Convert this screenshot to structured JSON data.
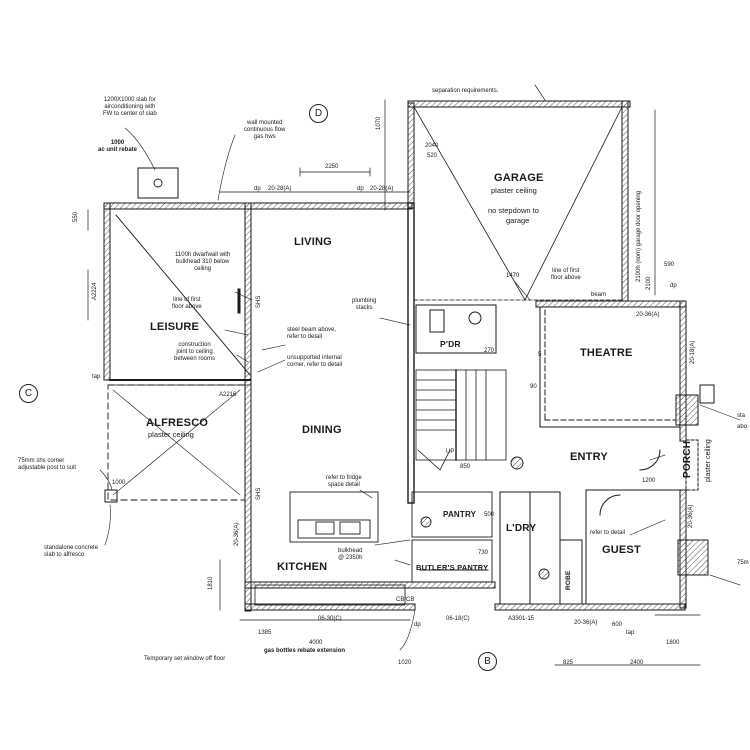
{
  "rooms": {
    "living": "LIVING",
    "dining": "DINING",
    "kitchen": "KITCHEN",
    "leisure": "LEISURE",
    "alfresco": "ALFRESCO",
    "alfresco_sub": "plaster ceiling",
    "garage": "GARAGE",
    "garage_sub1": "plaster ceiling",
    "garage_sub2": "no stepdown to",
    "garage_sub3": "garage",
    "theatre": "THEATRE",
    "entry": "ENTRY",
    "porch": "PORCH",
    "porch_sub": "plaster ceiling",
    "guest": "GUEST",
    "ldry": "L'DRY",
    "pantry": "PANTRY",
    "butlers_pantry": "BUTLER'S PANTRY",
    "pdr": "P'DR",
    "robe": "ROBE"
  },
  "grid_markers": {
    "d": "D",
    "c": "C",
    "b": "B"
  },
  "notes": {
    "slab1": "1200X1000 slab for",
    "slab2": "airconditioning with",
    "slab3": "FW to center of slab",
    "acunit1": "1000",
    "acunit2": "ac unit rebate",
    "gashws1": "wall mounted",
    "gashws2": "continuous flow",
    "gashws3": "gas hws",
    "separation": "separation requirements.",
    "dwarfwall1": "1100h dwarfwall with",
    "dwarfwall2": "bulkhead 310 below",
    "dwarfwall3": "ceiling",
    "firstfloor1": "line of first",
    "firstfloor2": "floor above",
    "construction1": "construction",
    "construction2": "joint to ceiling",
    "construction3": "between rooms",
    "steelbeam1": "steel beam above,",
    "steelbeam2": "refer to detail",
    "unsupported1": "unsupported internal",
    "unsupported2": "corner, refer to detail",
    "plumbing1": "plumbing",
    "plumbing2": "stacks",
    "garage_ff1": "line of first",
    "garage_ff2": "floor above",
    "beam": "beam",
    "fridge1": "refer to fridge",
    "fridge2": "space detail",
    "bulkhead1": "bulkhead",
    "bulkhead2": "@ 2350h",
    "refer_detail": "refer to detail",
    "sh_corner1": "75mm shs corner",
    "sh_corner2": "adjustable post to suit",
    "concrete1": "standalone concrete",
    "concrete2": "slab to alfresco",
    "temporary": "Temporary set window off floor",
    "gas_bottles": "gas bottles rebate extension",
    "garage_door": "2100h (nom) garage door opening",
    "up": "UP",
    "right_75": "75m",
    "right_sta": "sta",
    "right_abo": "abo"
  },
  "dims": {
    "d2250": "2250",
    "d2028": "20-28(A)",
    "d2028b": "20-28(A)",
    "dp1": "dp",
    "dp2": "dp",
    "dp3": "dp",
    "dp4": "dp",
    "tap1": "tap",
    "tap2": "tap",
    "d550": "550",
    "d590": "590",
    "d1070": "1070",
    "d2040": "2040",
    "d520": "520",
    "d2036a": "20-36(A)",
    "d2036b": "20-36(A)",
    "d2036c": "20-36(A)",
    "d2036d": "20-36(A)",
    "d2018": "20-18(A)",
    "a2224": "A2224",
    "a2216": "A2216",
    "d5": "5",
    "d90": "90",
    "d730": "730",
    "d1200": "1200",
    "d600": "600",
    "d0630": "06-30(C)",
    "d0618": "06-18(C)",
    "a3301": "A3301-15",
    "d1810": "1810",
    "d1000": "1000",
    "d500": "500",
    "d270": "270",
    "d1020": "1020",
    "d1800": "1800",
    "d850": "850",
    "d1470": "1470",
    "d825": "825",
    "d2400": "2400",
    "d1385": "1385",
    "d4000": "4000",
    "shs1": "SHS",
    "shs2": "SHS",
    "d2100": "2100",
    "cb": "CB/CB"
  }
}
